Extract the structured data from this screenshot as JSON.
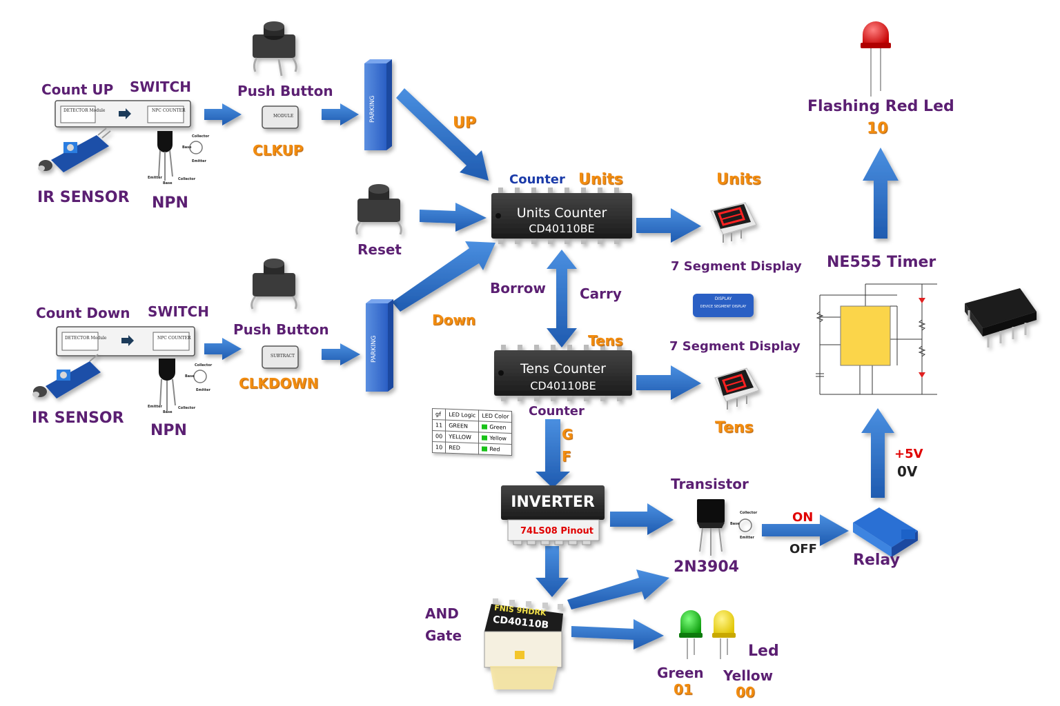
{
  "sections": {
    "count_up": {
      "title": "Count UP",
      "switch_label": "SWITCH",
      "sensor": "IR SENSOR",
      "transistor": "NPN",
      "module_left": "DETECTOR Module",
      "module_right": "NPC COUNTER"
    },
    "count_down": {
      "title": "Count Down",
      "switch_label": "SWITCH",
      "sensor": "IR SENSOR",
      "transistor": "NPN",
      "module_left": "DETECTOR Module",
      "module_right": "NPC COUNTER"
    },
    "push_up": {
      "label": "Push Button",
      "signal": "CLKUP",
      "box": "MODULE"
    },
    "push_down": {
      "label": "Push Button",
      "signal": "CLKDOWN",
      "box": "SUBTRACT"
    },
    "parking_up": "PARKING",
    "parking_down": "PARKING",
    "reset": "Reset",
    "pin_labels": {
      "emitter": "Emitter",
      "base": "Base",
      "collector": "Collector"
    }
  },
  "arrows": {
    "up": "UP",
    "down": "Down",
    "borrow": "Borrow",
    "carry": "Carry"
  },
  "units_counter": {
    "heading": "Counter",
    "tag": "Units",
    "name": "Units Counter",
    "part": "CD40110BE"
  },
  "tens_counter": {
    "tag": "Tens",
    "name": "Tens Counter",
    "part": "CD40110BE",
    "footer": "Counter"
  },
  "displays": {
    "units_tag": "Units",
    "units_label": "7 Segment Display",
    "badge_line1": "DISPLAY",
    "badge_line2": "DEVICE SEGMENT DISPLAY",
    "tens_label": "7 Segment Display",
    "tens_tag": "Tens"
  },
  "gf": {
    "g": "G",
    "f": "F"
  },
  "truth_table": {
    "headers": [
      "gf",
      "LED Logic",
      "LED Color"
    ],
    "rows": [
      [
        "11",
        "GREEN",
        "Green"
      ],
      [
        "00",
        "YELLOW",
        "Yellow"
      ],
      [
        "10",
        "RED",
        "Red"
      ]
    ]
  },
  "inverter": {
    "name": "INVERTER",
    "pinout": "74LS08 Pinout"
  },
  "and_gate": {
    "line1": "AND",
    "line2": "Gate",
    "chip_text": "CD40110B",
    "chip_top": "FNIS 9HDRK"
  },
  "transistor": {
    "title": "Transistor",
    "part": "2N3904"
  },
  "relay": {
    "on": "ON",
    "off": "OFF",
    "label": "Relay"
  },
  "power": {
    "plus": "+5V",
    "zero": "0V"
  },
  "timer": {
    "title": "NE555 Timer"
  },
  "flash_led": {
    "label": "Flashing Red Led",
    "code": "10"
  },
  "leds": {
    "label": "Led",
    "green": "Green",
    "green_code": "01",
    "yellow": "Yellow",
    "yellow_code": "00"
  },
  "colors": {
    "arrow": "#2f73cc",
    "purple": "#5b1f72",
    "orange": "#f28c0f",
    "chip": "#2b2b2b",
    "schematic_chip": "#fbd54a"
  }
}
